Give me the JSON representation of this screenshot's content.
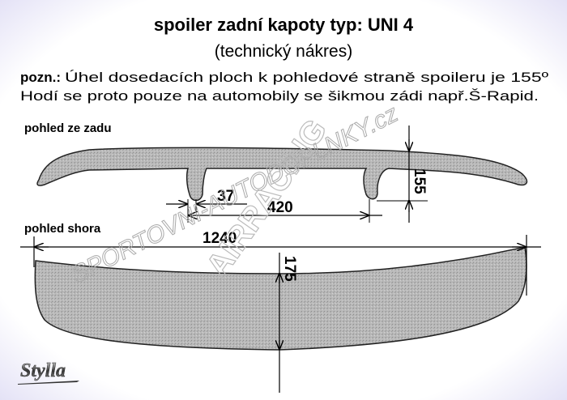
{
  "title": "spoiler zadní kapoty typ: UNI 4",
  "subtitle": "(technický nákres)",
  "note": {
    "label": "pozn.:",
    "line1": "Úhel dosedacích ploch k pohledové straně spoileru je 155º",
    "line2": "Hodí se proto pouze na automobily se šikmou zádi např.Š-Rapid."
  },
  "views": {
    "rear": "pohled ze zadu",
    "top": "pohled shora"
  },
  "dimensions": {
    "foot_width": "37",
    "foot_spacing": "420",
    "height": "155",
    "length": "1240",
    "depth": "175"
  },
  "logo": "Stylla",
  "watermarks": [
    "SPORTOVNI-AUTODOPLNKY.cz",
    "AIRRACING"
  ]
}
